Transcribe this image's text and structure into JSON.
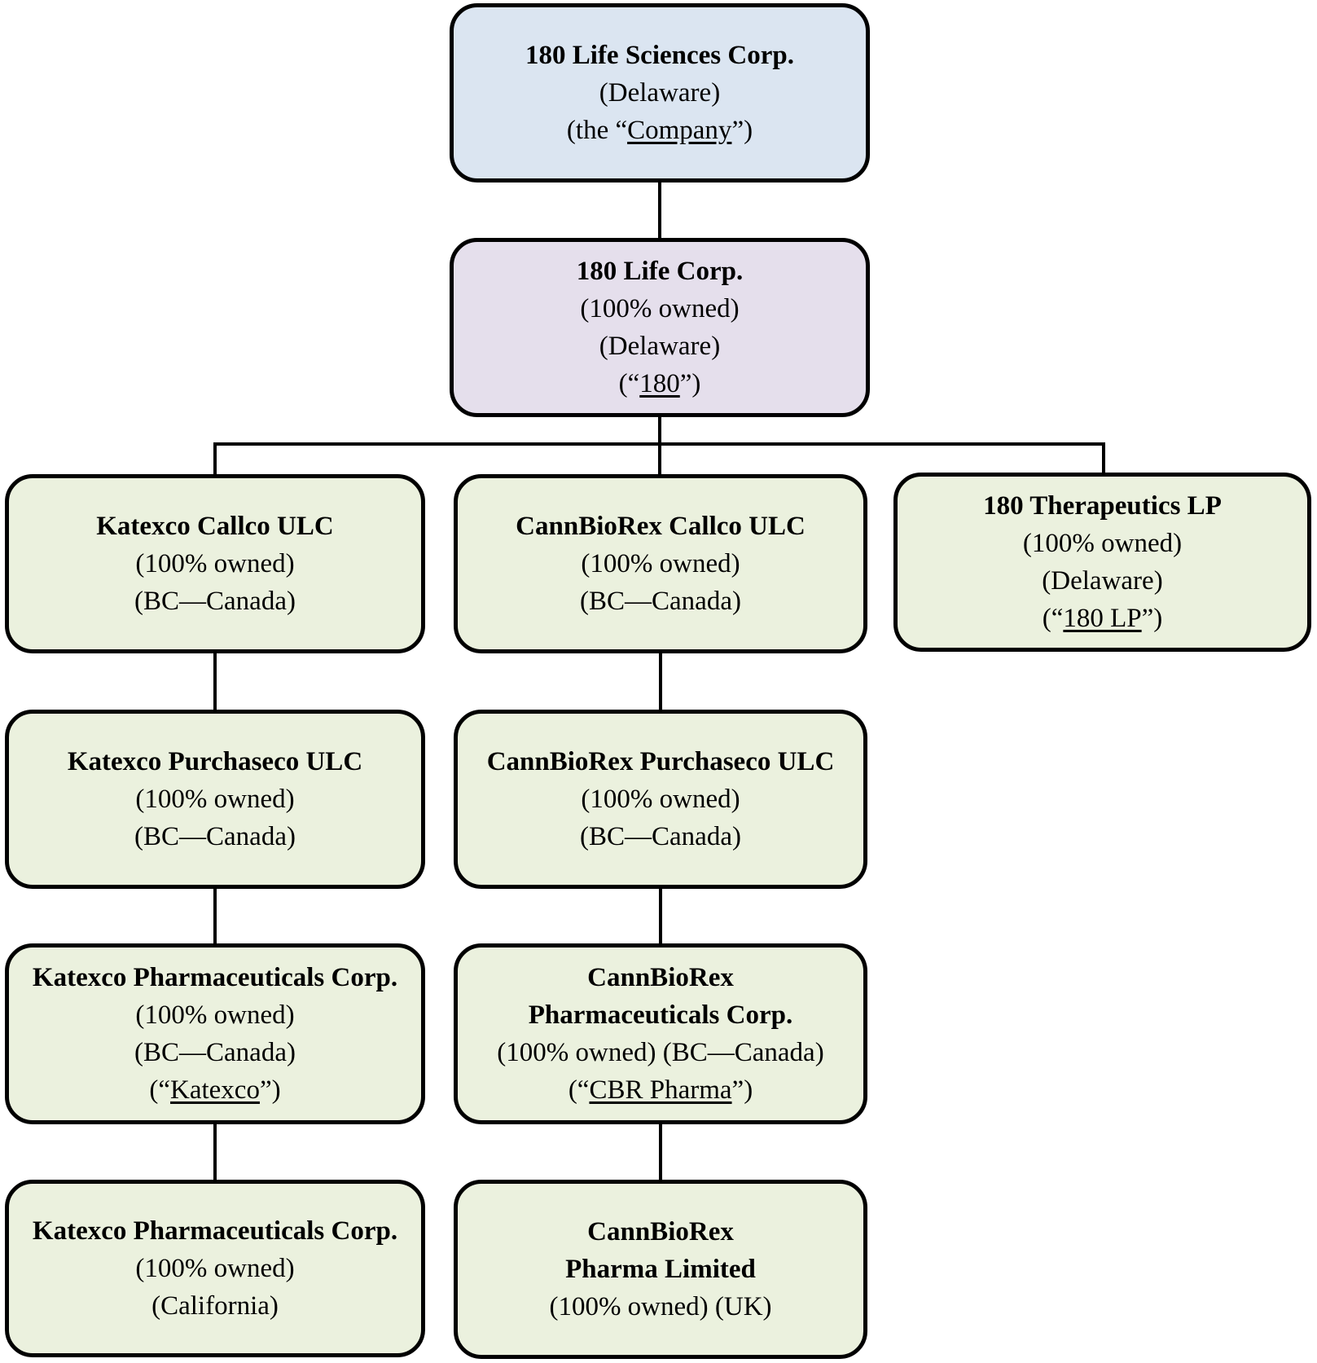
{
  "diagram": {
    "type": "org-chart",
    "description": "Corporate organizational structure of 180 Life Sciences Corp. and its wholly owned subsidiaries"
  },
  "colors": {
    "root_fill": "#dbe5f1",
    "parent_fill": "#e5dfec",
    "subsidiary_fill": "#ebf1de",
    "border": "#000000",
    "background": "#ffffff"
  },
  "nodes": {
    "root": {
      "title": "180 Life Sciences Corp.",
      "jurisdiction": "(Delaware)",
      "alias_pre": "(the “",
      "alias": "Company",
      "alias_post": "”)"
    },
    "life_corp": {
      "title": "180 Life Corp.",
      "ownership": "(100% owned)",
      "jurisdiction": "(Delaware)",
      "alias_pre": "(“",
      "alias": "180",
      "alias_post": "”)"
    },
    "katexco_callco": {
      "title": "Katexco Callco ULC",
      "ownership": "(100% owned)",
      "jurisdiction": "(BC—Canada)"
    },
    "cannbiorex_callco": {
      "title": "CannBioRex Callco ULC",
      "ownership": "(100% owned)",
      "jurisdiction": "(BC—Canada)"
    },
    "therapeutics": {
      "title": "180 Therapeutics LP",
      "ownership": "(100% owned)",
      "jurisdiction": "(Delaware)",
      "alias_pre": "(“",
      "alias": "180 LP",
      "alias_post": "”)"
    },
    "katexco_purchaseco": {
      "title": "Katexco Purchaseco ULC",
      "ownership": "(100% owned)",
      "jurisdiction": "(BC—Canada)"
    },
    "cannbiorex_purchaseco": {
      "title": "CannBioRex Purchaseco ULC",
      "ownership": "(100% owned)",
      "jurisdiction": "(BC—Canada)"
    },
    "katexco_pharma_bc": {
      "title": "Katexco Pharmaceuticals Corp.",
      "ownership": "(100% owned)",
      "jurisdiction": "(BC—Canada)",
      "alias_pre": "(“",
      "alias": "Katexco",
      "alias_post": "”)"
    },
    "cannbiorex_pharma_bc": {
      "title_line1": "CannBioRex",
      "title_line2": "Pharmaceuticals Corp.",
      "ownership_jurisdiction": "(100% owned) (BC—Canada)",
      "alias_pre": "(“",
      "alias": "CBR Pharma",
      "alias_post": "”)"
    },
    "katexco_pharma_ca": {
      "title": "Katexco Pharmaceuticals Corp.",
      "ownership": "(100% owned)",
      "jurisdiction": "(California)"
    },
    "cannbiorex_pharma_uk": {
      "title_line1": "CannBioRex",
      "title_line2": "Pharma Limited",
      "ownership_jurisdiction": "(100% owned) (UK)"
    }
  }
}
